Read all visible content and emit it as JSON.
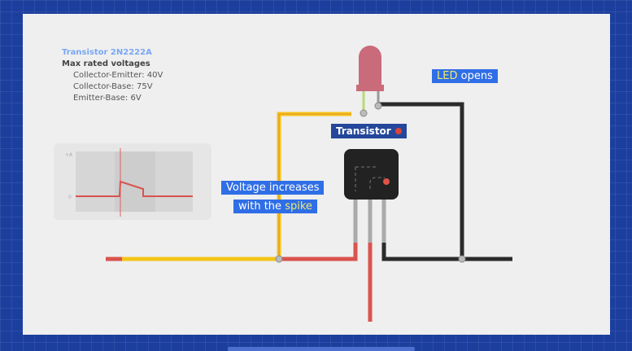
{
  "info": {
    "title": "Transistor 2N2222A",
    "heading": "Max rated voltages",
    "items": [
      "Collector-Emitter: 40V",
      "Collector-Base: 75V",
      "Emitter-Base: 6V"
    ]
  },
  "graph": {
    "y_top": "+A",
    "y_zero": "0"
  },
  "labels": {
    "led_part1": "LED",
    "led_part2": "opens",
    "voltage_line1": "Voltage increases",
    "voltage_line2a": "with the",
    "voltage_line2b": "spike",
    "transistor": "Transistor"
  },
  "colors": {
    "background": "#1c3f9e",
    "label": "#2f6ee6",
    "transistor_label": "#24479b",
    "accent_yellow": "#f1ea6a"
  }
}
